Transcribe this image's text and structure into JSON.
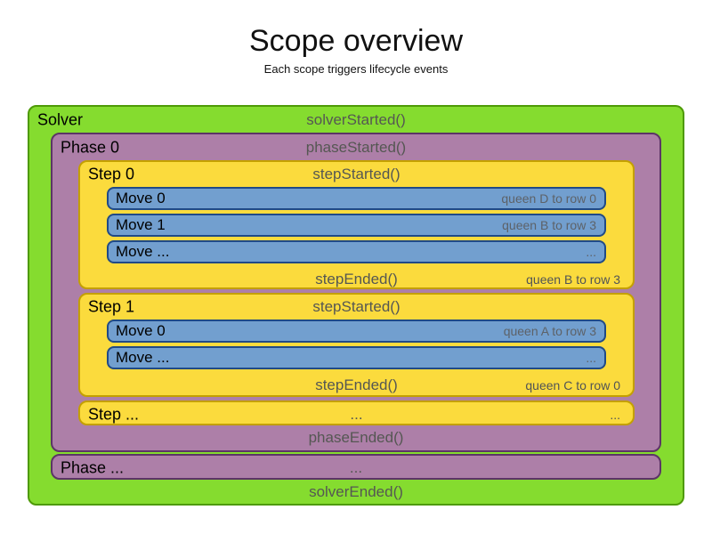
{
  "header": {
    "title": "Scope overview",
    "subtitle": "Each scope triggers lifecycle events"
  },
  "palette": {
    "green_fill": "#85DC2F",
    "green_border": "#4E9A06",
    "purple_fill": "#AD7FA8",
    "purple_border": "#5C3566",
    "yellow_fill": "#FBDB3D",
    "yellow_border": "#C4A000",
    "blue_fill": "#729FCF",
    "blue_border": "#204A87",
    "event_text": "#555753",
    "annotation_text": "#515456",
    "move_annotation_text": "#5D6268"
  },
  "solver": {
    "label": "Solver",
    "started_event": "solverStarted()",
    "ended_event": "solverEnded()",
    "phases": [
      {
        "label": "Phase 0",
        "started_event": "phaseStarted()",
        "ended_event": "phaseEnded()",
        "steps": [
          {
            "label": "Step 0",
            "started_event": "stepStarted()",
            "ended_event": "stepEnded()",
            "ended_annotation": "queen B to row 3",
            "moves": [
              {
                "label": "Move 0",
                "annotation": "queen D to row 0"
              },
              {
                "label": "Move 1",
                "annotation": "queen B to row 3"
              },
              {
                "label": "Move ...",
                "annotation": "..."
              }
            ]
          },
          {
            "label": "Step 1",
            "started_event": "stepStarted()",
            "ended_event": "stepEnded()",
            "ended_annotation": "queen C to row 0",
            "moves": [
              {
                "label": "Move 0",
                "annotation": "queen A to row 3"
              },
              {
                "label": "Move ...",
                "annotation": "..."
              }
            ]
          },
          {
            "label": "Step ...",
            "center_ellipsis": "...",
            "right_ellipsis": "..."
          }
        ]
      },
      {
        "label": "Phase ...",
        "center_ellipsis": "..."
      }
    ]
  }
}
